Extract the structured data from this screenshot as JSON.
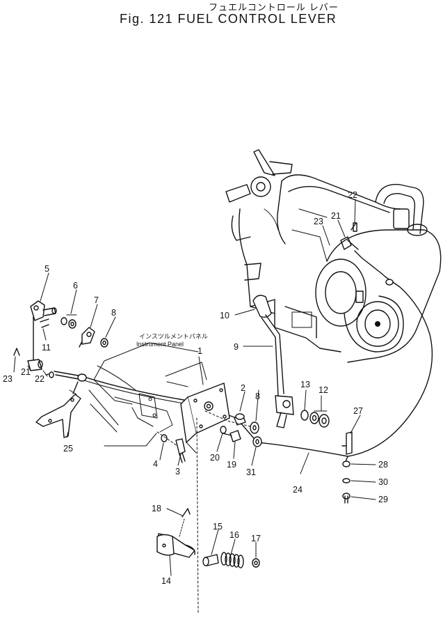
{
  "title_jp": "フュエルコントロール レバー",
  "title_en": "Fig. 121  FUEL CONTROL LEVER",
  "panel_label_jp": "インスツルメントパネル",
  "panel_label_en": "Instrument Panel",
  "callouts": [
    "1",
    "2",
    "3",
    "4",
    "5",
    "6",
    "7",
    "8",
    "8",
    "9",
    "10",
    "11",
    "12",
    "13",
    "14",
    "15",
    "16",
    "17",
    "18",
    "19",
    "20",
    "21",
    "21",
    "22",
    "22",
    "23",
    "23",
    "24",
    "25",
    "27",
    "28",
    "29",
    "30",
    "31"
  ]
}
